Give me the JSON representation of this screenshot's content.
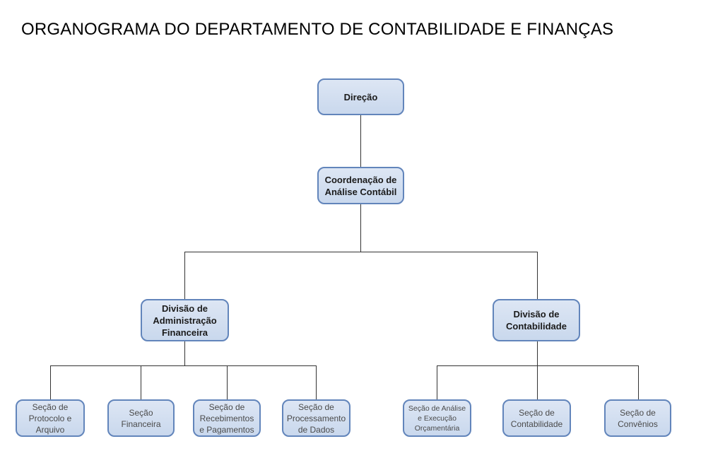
{
  "title": "ORGANOGRAMA DO DEPARTAMENTO DE CONTABILIDADE E FINANÇAS",
  "colors": {
    "node_fill_top": "#dde6f4",
    "node_fill_bottom": "#c9d8ed",
    "node_border": "#6285bb",
    "connector": "#333333",
    "title_text": "#000000",
    "node_text_bold": "#1b1b1b",
    "node_text_leaf": "#4a4a4a"
  },
  "nodes": {
    "direcao": {
      "label": "Direção"
    },
    "coordenacao_analise_contabil": {
      "label": "Coordenação de\nAnálise Contábil"
    },
    "divisao_administracao_financeira": {
      "label": "Divisão de\nAdministração\nFinanceira"
    },
    "divisao_contabilidade": {
      "label": "Divisão de\nContabilidade"
    },
    "secao_protocolo_arquivo": {
      "label": "Seção de\nProtocolo e\nArquivo"
    },
    "secao_financeira": {
      "label": "Seção\nFinanceira"
    },
    "secao_recebimentos_pagamentos": {
      "label": "Seção de\nRecebimentos\ne Pagamentos"
    },
    "secao_processamento_dados": {
      "label": "Seção de\nProcessamento\nde Dados"
    },
    "secao_analise_execucao_orcamentaria": {
      "label": "Seção de Análise\ne Execução\nOrçamentária"
    },
    "secao_contabilidade": {
      "label": "Seção de\nContabilidade"
    },
    "secao_convenios": {
      "label": "Seção de\nConvênios"
    }
  },
  "hierarchy": [
    {
      "parent": "Direção",
      "children": [
        "Coordenação de Análise Contábil"
      ]
    },
    {
      "parent": "Coordenação de Análise Contábil",
      "children": [
        "Divisão de Administração Financeira",
        "Divisão de Contabilidade"
      ]
    },
    {
      "parent": "Divisão de Administração Financeira",
      "children": [
        "Seção de Protocolo e Arquivo",
        "Seção Financeira",
        "Seção de Recebimentos e Pagamentos",
        "Seção de Processamento de Dados"
      ]
    },
    {
      "parent": "Divisão de Contabilidade",
      "children": [
        "Seção de Análise e Execução Orçamentária",
        "Seção de Contabilidade",
        "Seção de Convênios"
      ]
    }
  ]
}
